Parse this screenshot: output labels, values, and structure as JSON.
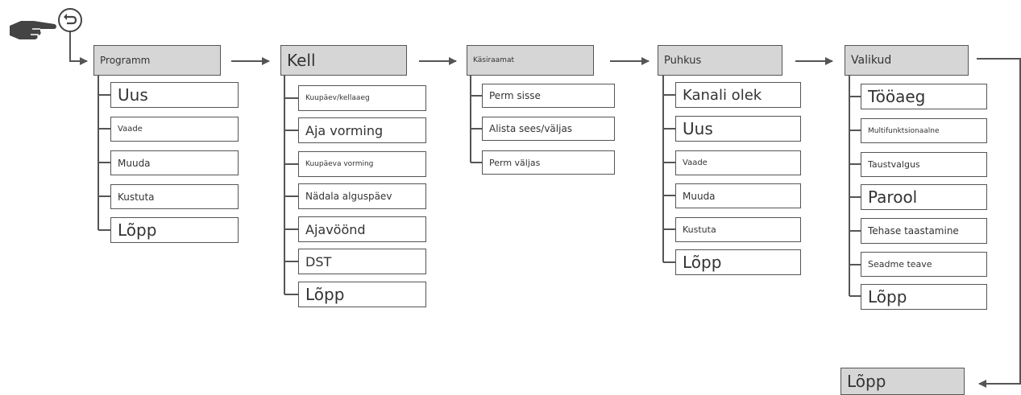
{
  "menu": {
    "program": {
      "title": "Programm",
      "items": [
        "Uus",
        "Vaade",
        "Muuda",
        "Kustuta",
        "Lõpp"
      ]
    },
    "clock": {
      "title": "Kell",
      "items": [
        "Kuupäev/kellaaeg",
        "Aja vorming",
        "Kuupäeva vorming",
        "Nädala alguspäev",
        "Ajavöönd",
        "DST",
        "Lõpp"
      ]
    },
    "manual": {
      "title": "Käsiraamat",
      "items": [
        "Perm sisse",
        "Alista sees/väljas",
        "Perm väljas"
      ]
    },
    "holiday": {
      "title": "Puhkus",
      "items": [
        "Kanali olek",
        "Uus",
        "Vaade",
        "Muuda",
        "Kustuta",
        "Lõpp"
      ]
    },
    "options": {
      "title": "Valikud",
      "items": [
        "Tööaeg",
        "Multifunktsionaalne",
        "Taustvalgus",
        "Parool",
        "Tehase taastamine",
        "Seadme teave",
        "Lõpp"
      ]
    },
    "final": {
      "title": "Lõpp"
    }
  },
  "icons": {
    "hand": "pointing-hand-icon",
    "back": "back-button-icon"
  },
  "colors": {
    "header_fill": "#d6d6d6",
    "line": "#555555"
  }
}
